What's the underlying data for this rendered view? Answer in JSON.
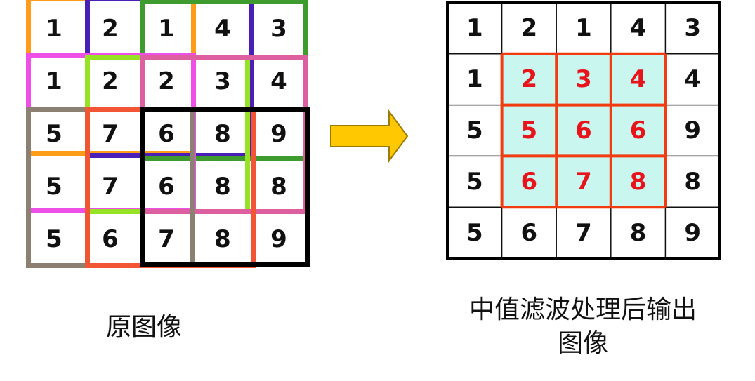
{
  "source": {
    "caption": "原图像",
    "cells": [
      [
        "1",
        "2",
        "1",
        "4",
        "3"
      ],
      [
        "1",
        "2",
        "2",
        "3",
        "4"
      ],
      [
        "5",
        "7",
        "6",
        "8",
        "9"
      ],
      [
        "5",
        "7",
        "6",
        "8",
        "8"
      ],
      [
        "5",
        "6",
        "7",
        "8",
        "9"
      ]
    ]
  },
  "output": {
    "caption_line1": "中值滤波处理后输出",
    "caption_line2": "图像",
    "cells": [
      [
        "1",
        "2",
        "1",
        "4",
        "3"
      ],
      [
        "1",
        "2",
        "3",
        "4",
        "4"
      ],
      [
        "5",
        "5",
        "6",
        "6",
        "9"
      ],
      [
        "5",
        "6",
        "7",
        "8",
        "8"
      ],
      [
        "5",
        "6",
        "7",
        "8",
        "9"
      ]
    ]
  },
  "colors": {
    "orange": "#ff9c1a",
    "purple": "#4a1fb8",
    "green": "#3e9b2e",
    "magenta": "#ee4fe6",
    "lime": "#96e326",
    "pink": "#de5fa0",
    "taupe": "#8b8072",
    "red": "#f25533",
    "black": "#000000",
    "output_highlight_border": "#f03c10",
    "output_highlight_fill": "#c9f7ef",
    "output_highlight_text": "#e8141c",
    "arrow_fill": "#ffc800",
    "arrow_stroke": "#9b7b00"
  },
  "icons": {
    "arrow": "right-arrow-icon"
  }
}
